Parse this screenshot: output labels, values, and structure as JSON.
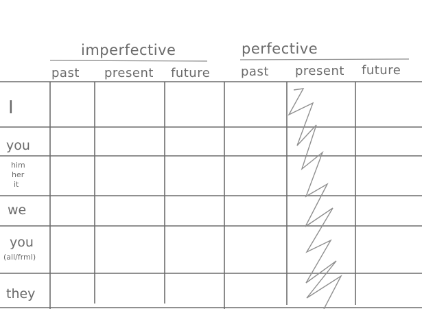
{
  "groups": {
    "imperfective": "imperfective",
    "perfective": "perfective"
  },
  "columns": {
    "impf_past": "past",
    "impf_present": "present",
    "impf_future": "future",
    "pf_past": "past",
    "pf_present": "present",
    "pf_future": "future"
  },
  "rows": {
    "i": "I",
    "you": "you",
    "him_her_it": [
      "him",
      "her",
      "it"
    ],
    "we": "we",
    "you_all_formal": [
      "you",
      "(all/frml)"
    ],
    "they": "they"
  },
  "colors": {
    "ink": "#6a6a6a",
    "grid": "#6c6c6c",
    "background": "#ffffff"
  }
}
